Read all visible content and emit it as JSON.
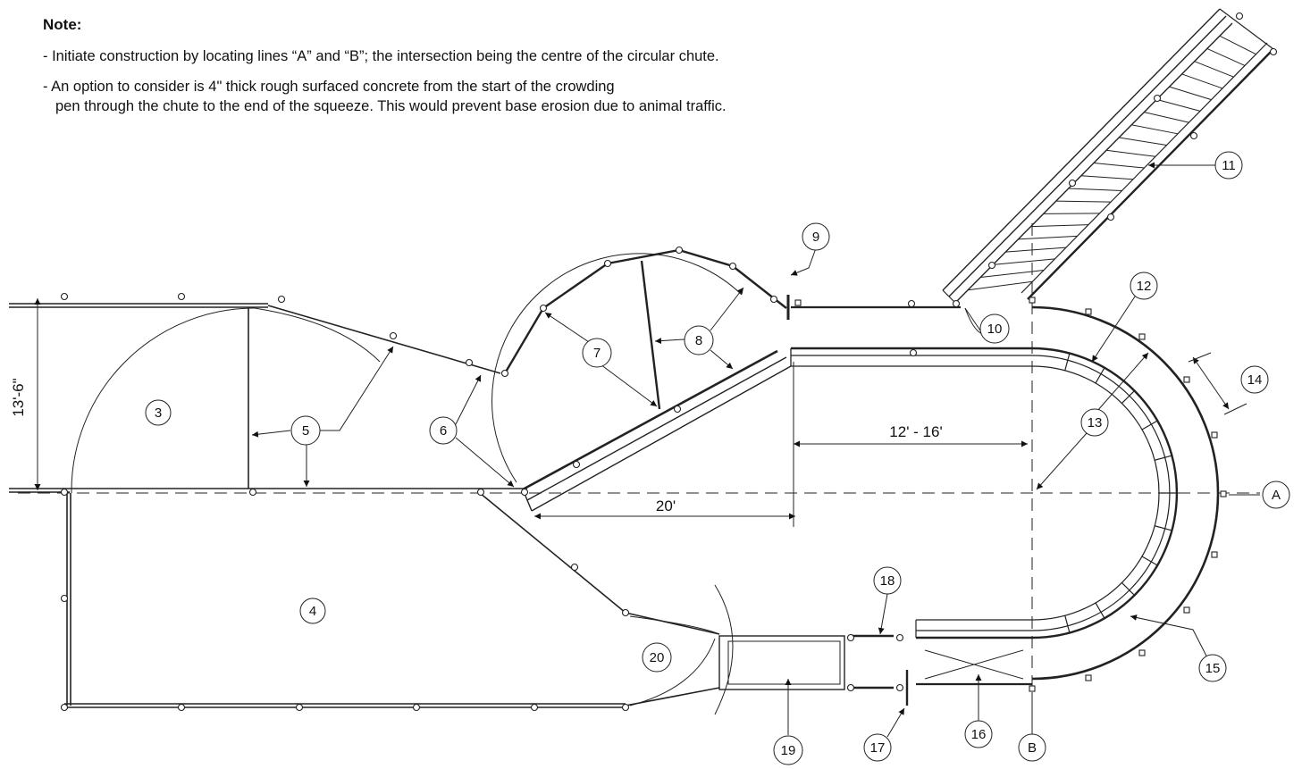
{
  "notes": {
    "title": "Note:",
    "line1": "- Initiate construction by locating lines “A” and  “B”; the intersection being the centre of the circular chute.",
    "line2a": "- An option to consider is 4\" thick rough surfaced concrete from the start of the crowding",
    "line2b": "pen through the chute to the end of the squeeze. This would prevent base erosion due to animal traffic."
  },
  "dimensions": {
    "width_label": "13'-6\"",
    "chute_label": "12' - 16'",
    "gate_label": "20'"
  },
  "callouts": {
    "n3": "3",
    "n4": "4",
    "n5": "5",
    "n6": "6",
    "n7": "7",
    "n8": "8",
    "n9": "9",
    "n10": "10",
    "n11": "11",
    "n12": "12",
    "n13": "13",
    "n14": "14",
    "n15": "15",
    "n16": "16",
    "n17": "17",
    "n18": "18",
    "n19": "19",
    "n20": "20",
    "lineA": "A",
    "lineB": "B"
  }
}
